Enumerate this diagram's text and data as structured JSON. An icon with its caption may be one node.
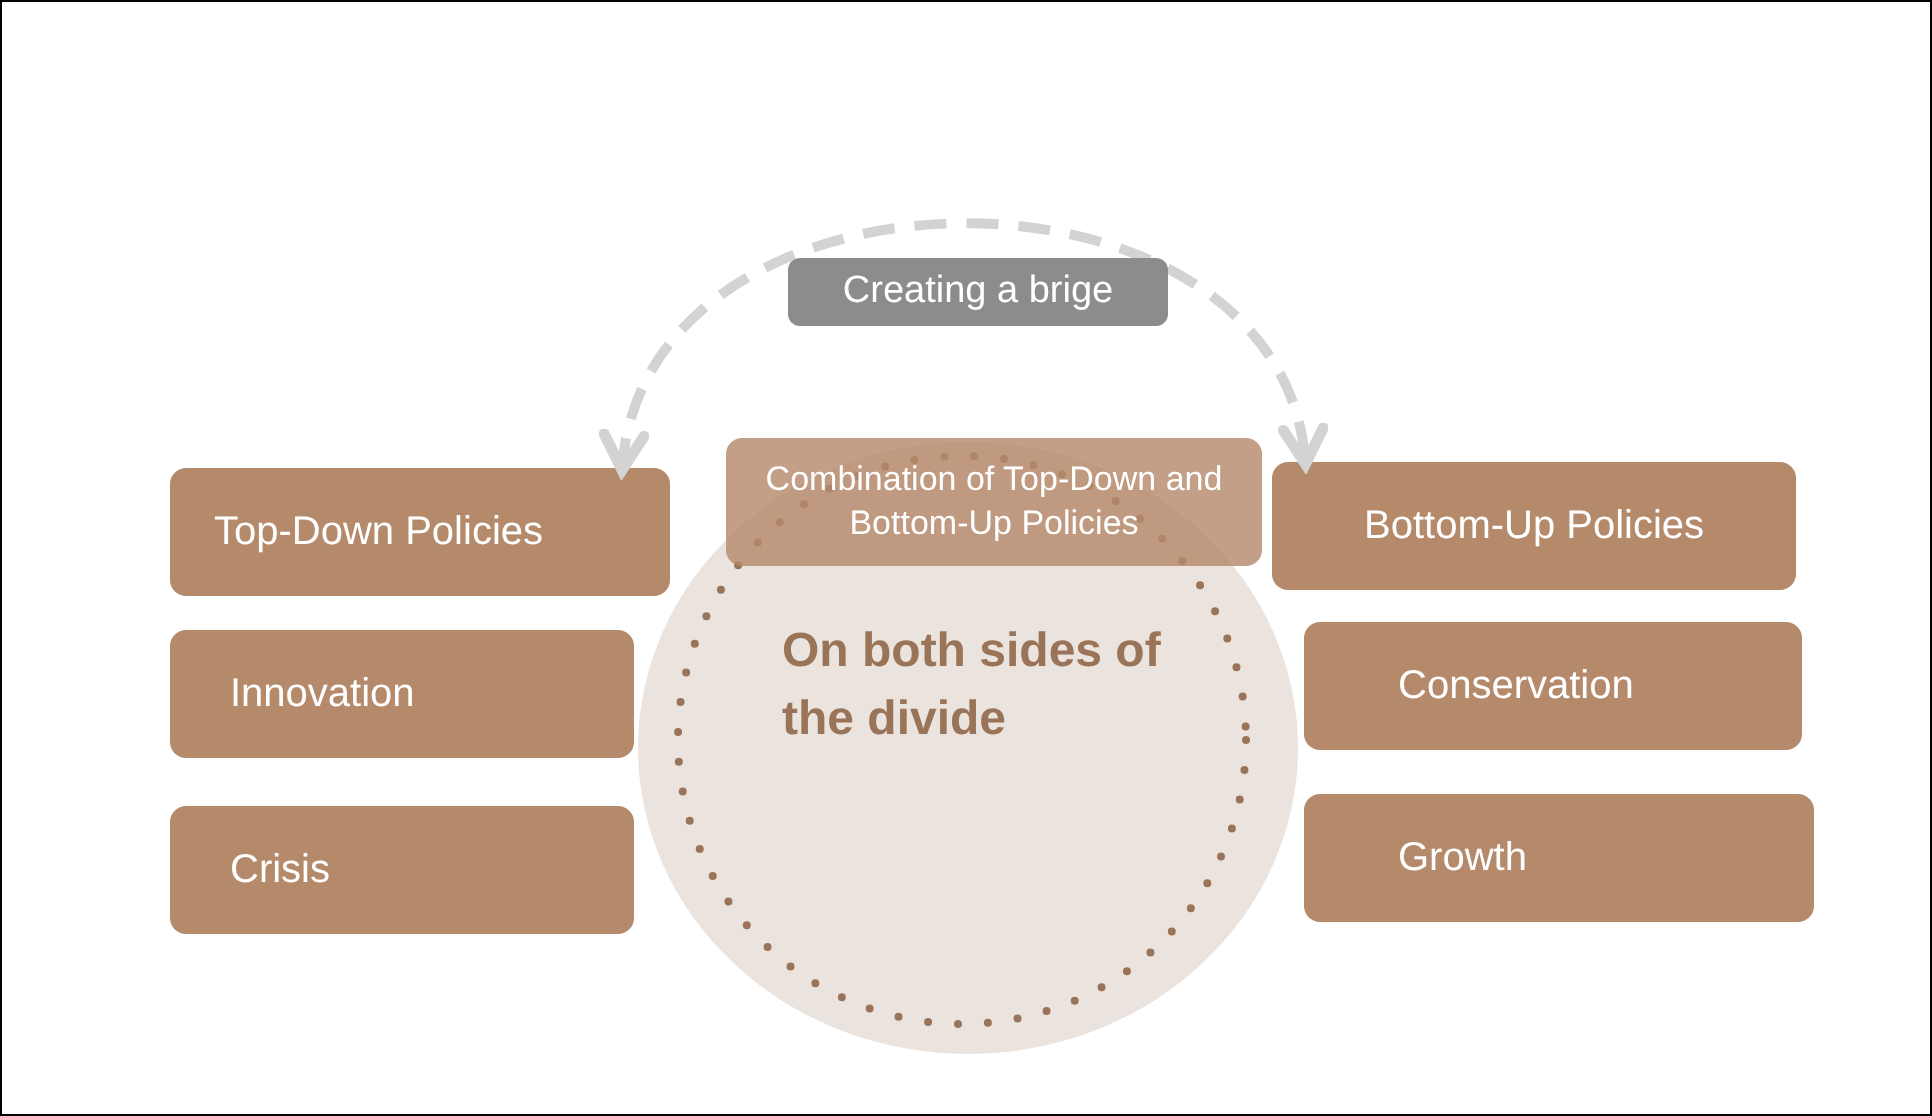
{
  "diagram": {
    "nodes": [
      {
        "text": [
          "Top-Down Policies"
        ]
      },
      {
        "text": [
          "Innovation"
        ]
      },
      {
        "text": [
          "Crisis"
        ]
      },
      {
        "text": [
          "On both sides of the divide"
        ]
      },
      {
        "text": [
          "Combination of Top-Down and Bottom-Up Policies"
        ],
        "in": 3
      },
      {
        "text": [
          "Bottom-Up Policies"
        ]
      },
      {
        "text": [
          "Conservation"
        ]
      },
      {
        "text": [
          "Growth"
        ]
      }
    ],
    "edges": [
      {
        "from": 0,
        "to": 5,
        "arrow": "both",
        "style": "dashed",
        "color": "#d3d3d3",
        "label": "Creating a brige"
      }
    ]
  }
}
